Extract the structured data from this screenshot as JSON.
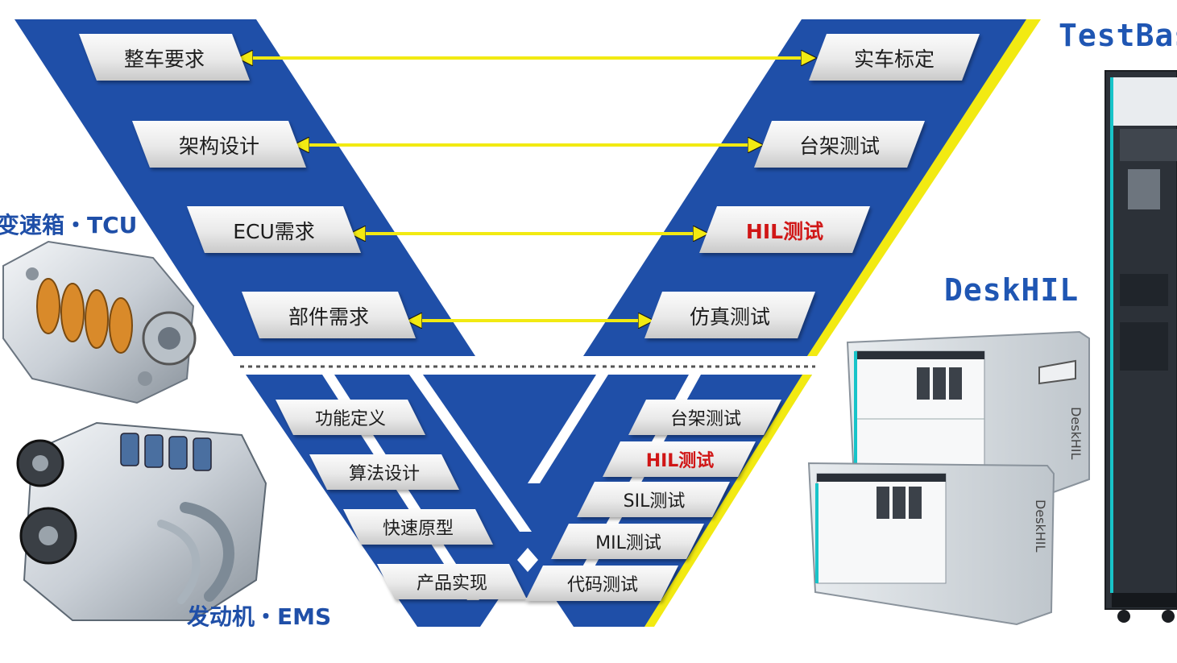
{
  "colors": {
    "v_blue": "#1f4fa8",
    "v_blue_dark": "#173f8c",
    "accent_yellow": "#f2ea12",
    "label_red": "#d01818",
    "label_text": "#1a1a1a"
  },
  "v_upper": {
    "left": [
      "整车要求",
      "架构设计",
      "ECU需求",
      "部件需求"
    ],
    "right": [
      "实车标定",
      "台架测试",
      "HIL测试",
      "仿真测试"
    ],
    "highlight_right_index": 2
  },
  "v_lower": {
    "left": [
      "功能定义",
      "算法设计",
      "快速原型",
      "产品实现"
    ],
    "right": [
      "台架测试",
      "HIL测试",
      "SIL测试",
      "MIL测试",
      "代码测试"
    ],
    "highlight_right_index": 1
  },
  "side_labels": {
    "tcu": "变速箱・TCU",
    "ems": "发动机・EMS"
  },
  "brands": {
    "testbase": "TestBase",
    "deskhil": "DeskHIL"
  },
  "icons": {
    "gearbox": "gearbox-image",
    "engine": "engine-image",
    "deskhil_unit": "hil-chassis-image",
    "testbase_cabinet": "cabinet-image"
  }
}
